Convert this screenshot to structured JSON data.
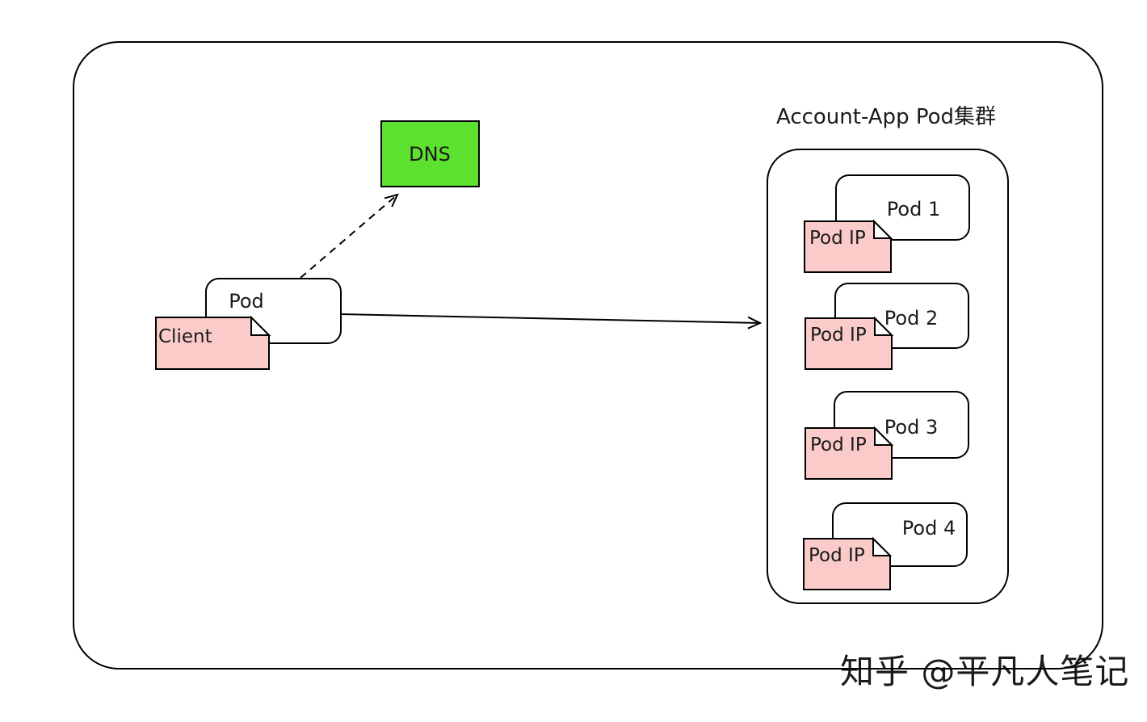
{
  "colors": {
    "stroke": "#000000",
    "dns_fill": "#5ce22e",
    "note_fill": "#fbcbca",
    "note_fold_fill": "#ffffff",
    "box_fill": "#ffffff",
    "watermark": "#c8c8c8"
  },
  "nodes": {
    "dns": {
      "label": "DNS"
    },
    "client_pod": {
      "label": "Pod"
    },
    "client_note": {
      "label": "Client"
    }
  },
  "cluster": {
    "title": "Account-App Pod集群",
    "pods": [
      {
        "label": "Pod 1",
        "ip_label": "Pod IP"
      },
      {
        "label": "Pod 2",
        "ip_label": "Pod IP"
      },
      {
        "label": "Pod 3",
        "ip_label": "Pod IP"
      },
      {
        "label": "Pod 4",
        "ip_label": "Pod IP"
      }
    ]
  },
  "watermark": {
    "text": "知乎 @平凡人笔记"
  }
}
